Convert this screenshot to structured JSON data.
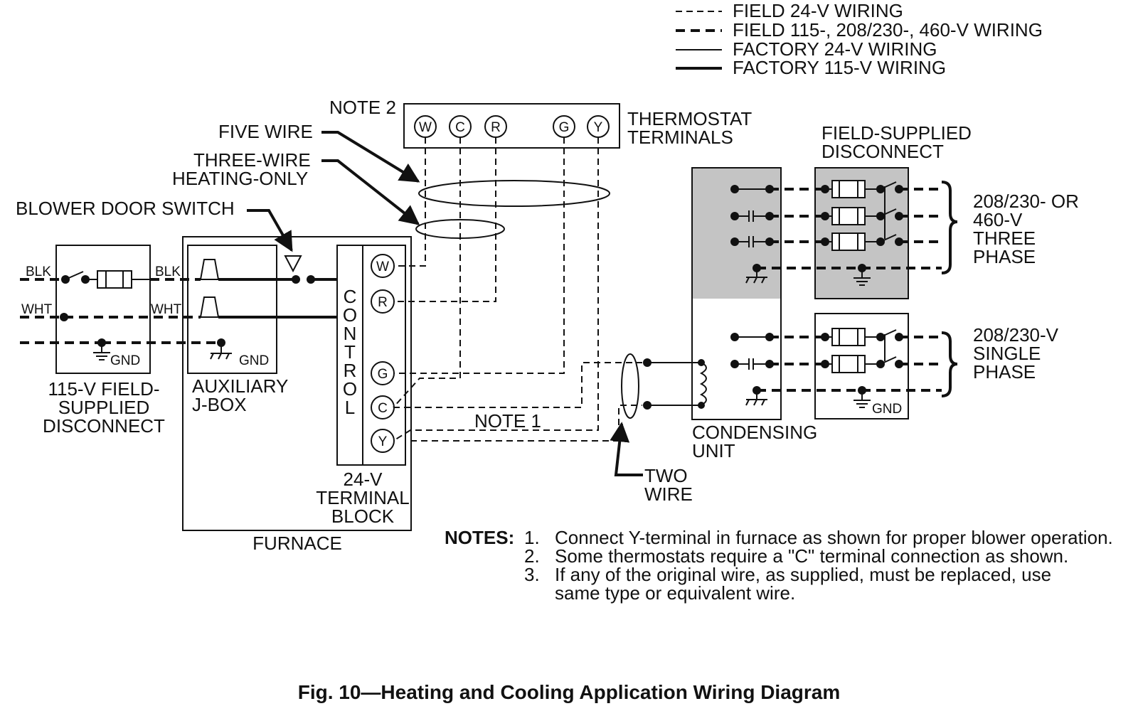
{
  "legend": {
    "field_24v": "FIELD 24-V WIRING",
    "field_hv": "FIELD 115-, 208/230-, 460-V WIRING",
    "factory_24v": "FACTORY 24-V WIRING",
    "factory_115v": "FACTORY 115-V WIRING"
  },
  "thermostat": {
    "note": "NOTE 2",
    "terminals": [
      "W",
      "C",
      "R",
      "G",
      "Y"
    ],
    "label_line1": "THERMOSTAT",
    "label_line2": "TERMINALS"
  },
  "callouts": {
    "five_wire": "FIVE WIRE",
    "three_wire_line1": "THREE-WIRE",
    "three_wire_line2": "HEATING-ONLY",
    "blower_door_switch": "BLOWER DOOR SWITCH",
    "two_wire_line1": "TWO",
    "two_wire_line2": "WIRE",
    "note1": "NOTE 1"
  },
  "field_disconnect_115": {
    "blk": "BLK",
    "wht": "WHT",
    "gnd": "GND",
    "label_line1": "115-V FIELD-",
    "label_line2": "SUPPLIED",
    "label_line3": "DISCONNECT"
  },
  "aux_jbox": {
    "blk": "BLK",
    "wht": "WHT",
    "gnd": "GND",
    "label_line1": "AUXILIARY",
    "label_line2": "J-BOX"
  },
  "control": {
    "letters": [
      "C",
      "O",
      "N",
      "T",
      "R",
      "O",
      "L"
    ],
    "terminals": [
      "W",
      "R",
      "G",
      "C",
      "Y"
    ],
    "label_line1": "24-V",
    "label_line2": "TERMINAL",
    "label_line3": "BLOCK"
  },
  "furnace_label": "FURNACE",
  "condensing_unit": {
    "label_line1": "CONDENSING",
    "label_line2": "UNIT"
  },
  "field_disconnect": {
    "label_line1": "FIELD-SUPPLIED",
    "label_line2": "DISCONNECT",
    "gnd": "GND"
  },
  "supply": {
    "three_phase_line1": "208/230- OR",
    "three_phase_line2": "460-V",
    "three_phase_line3": "THREE",
    "three_phase_line4": "PHASE",
    "single_phase_line1": "208/230-V",
    "single_phase_line2": "SINGLE",
    "single_phase_line3": "PHASE"
  },
  "notes": {
    "heading": "NOTES:",
    "items": [
      {
        "num": "1.",
        "text": "Connect Y-terminal in furnace as shown for proper blower operation."
      },
      {
        "num": "2.",
        "text": "Some thermostats require a \"C\" terminal connection as shown."
      },
      {
        "num": "3.",
        "text": "If any of the original wire, as supplied, must be replaced, use"
      }
    ],
    "item3_cont": "same type or equivalent wire."
  },
  "caption": "Fig. 10—Heating and Cooling Application Wiring Diagram"
}
